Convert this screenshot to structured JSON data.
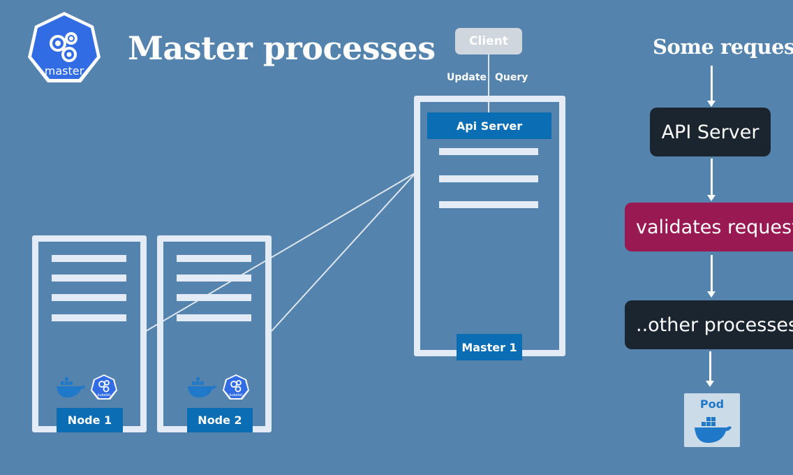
{
  "header": {
    "logo_text": "master",
    "title": "Master processes"
  },
  "client": {
    "label": "Client",
    "update_label": "Update",
    "query_label": "Query"
  },
  "master_server": {
    "api_label": "Api Server",
    "name": "Master 1"
  },
  "nodes": [
    {
      "name": "Node 1",
      "kubelet_text": "kubelet"
    },
    {
      "name": "Node 2",
      "kubelet_text": "kubelet"
    }
  ],
  "flow": {
    "title": "Some request",
    "steps": [
      "API Server",
      "validates request",
      "..other processes.."
    ],
    "pod_label": "Pod"
  },
  "colors": {
    "background": "#5483ad",
    "server_frame": "#e3ebf7",
    "label_blue": "#0b6db3",
    "dark_box": "#1b2530",
    "validate_box": "#991a52",
    "client_box": "#cfd6dd"
  },
  "icons": [
    "kubernetes-master-icon",
    "docker-whale-icon",
    "kubelet-icon",
    "pod-icon"
  ]
}
